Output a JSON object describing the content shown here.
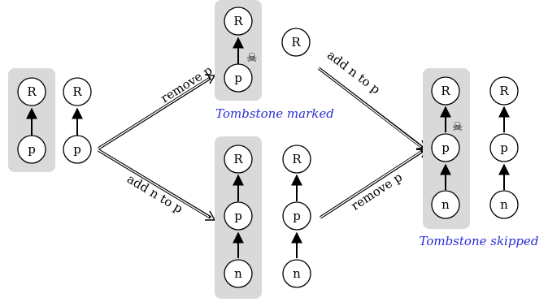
{
  "colors": {
    "caption": "#2b2bd6",
    "box": "#d9d9d9"
  },
  "labels": {
    "root": "R",
    "p": "p",
    "n": "n",
    "remove_top": "remove p",
    "add_top": "add n to p",
    "add_bottom": "add n to p",
    "remove_bottom": "remove p",
    "caption_marked": "Tombstone marked",
    "caption_skipped": "Tombstone skipped",
    "tombstone_icon": "skull-and-crossbones-icon",
    "tombstone_glyph": "☠"
  }
}
